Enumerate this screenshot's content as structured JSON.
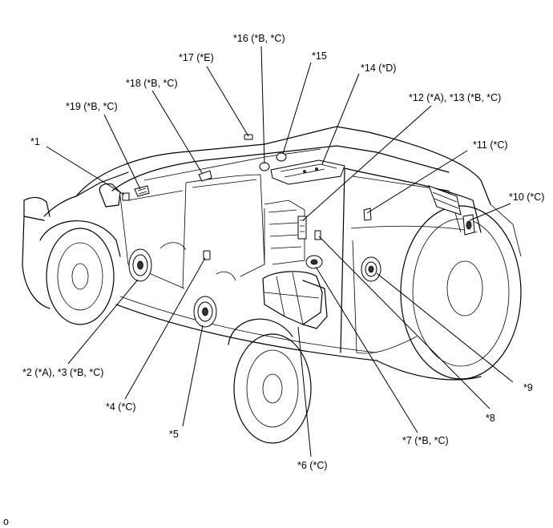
{
  "callouts": [
    {
      "id": "c1",
      "text": "*1"
    },
    {
      "id": "c2",
      "text": "*2 (*A), *3 (*B, *C)"
    },
    {
      "id": "c4",
      "text": "*4 (*C)"
    },
    {
      "id": "c5",
      "text": "*5"
    },
    {
      "id": "c6",
      "text": "*6 (*C)"
    },
    {
      "id": "c7",
      "text": "*7 (*B, *C)"
    },
    {
      "id": "c8",
      "text": "*8"
    },
    {
      "id": "c9",
      "text": "*9"
    },
    {
      "id": "c10",
      "text": "*10 (*C)"
    },
    {
      "id": "c11",
      "text": "*11 (*C)"
    },
    {
      "id": "c12",
      "text": "*12 (*A), *13 (*B, *C)"
    },
    {
      "id": "c14",
      "text": "*14 (*D)"
    },
    {
      "id": "c15",
      "text": "*15"
    },
    {
      "id": "c16",
      "text": "*16 (*B, *C)"
    },
    {
      "id": "c17",
      "text": "*17 (*E)"
    },
    {
      "id": "c18",
      "text": "*18 (*B, *C)"
    },
    {
      "id": "c19",
      "text": "*19 (*B, *C)"
    }
  ],
  "corner_mark": "o"
}
